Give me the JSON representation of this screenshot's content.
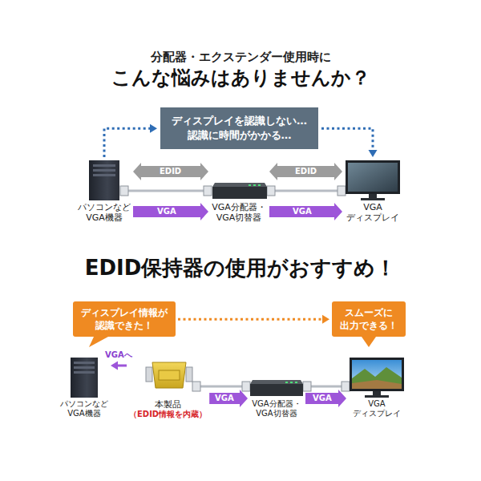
{
  "diagram": {
    "nodes": [
      {
        "text": [
          "分配器・エクステンダー使用時に",
          "こんな悩みはありませんか？"
        ]
      },
      {
        "text": [
          "ディスプレイを認識しない… 認識に時間がかかる…"
        ],
        "in": 0
      },
      {
        "text": [
          "パソコンなど VGA機器"
        ],
        "in": 0
      },
      {
        "text": [
          "VGA分配器・ VGA切替器"
        ],
        "in": 0
      },
      {
        "text": [
          "VGA ディスプレイ"
        ],
        "in": 0
      },
      {
        "text": [
          "EDID保持器の使用がおすすめ！"
        ]
      },
      {
        "text": [
          "ディスプレイ情報が 認識できた！"
        ],
        "in": 5
      },
      {
        "text": [
          "スムーズに 出力できる！"
        ],
        "in": 5
      },
      {
        "text": [
          "パソコンなど VGA機器"
        ],
        "in": 5
      },
      {
        "text": [
          "本製品",
          "（EDID情報を内蔵）"
        ],
        "in": 5
      },
      {
        "text": [
          "VGA分配器・ VGA切替器"
        ],
        "in": 5
      },
      {
        "text": [
          "VGA ディスプレイ"
        ],
        "in": 5
      }
    ],
    "edges": [
      {
        "from": 2,
        "to": 1,
        "arrow": "to"
      },
      {
        "from": 1,
        "to": 4,
        "arrow": "to"
      },
      {
        "from": 2,
        "to": 3,
        "label": "EDID",
        "arrow": "both"
      },
      {
        "from": 2,
        "to": 3,
        "label": "VGA",
        "arrow": "to"
      },
      {
        "from": 3,
        "to": 4,
        "label": "EDID",
        "arrow": "both"
      },
      {
        "from": 3,
        "to": 4,
        "label": "VGA",
        "arrow": "to"
      },
      {
        "from": 6,
        "to": 7,
        "arrow": "to"
      },
      {
        "from": 9,
        "to": 8,
        "label": "VGAへ",
        "arrow": "to"
      },
      {
        "from": 9,
        "to": 10,
        "label": "VGA",
        "arrow": "to"
      },
      {
        "from": 10,
        "to": 11,
        "label": "VGA",
        "arrow": "to"
      }
    ]
  }
}
